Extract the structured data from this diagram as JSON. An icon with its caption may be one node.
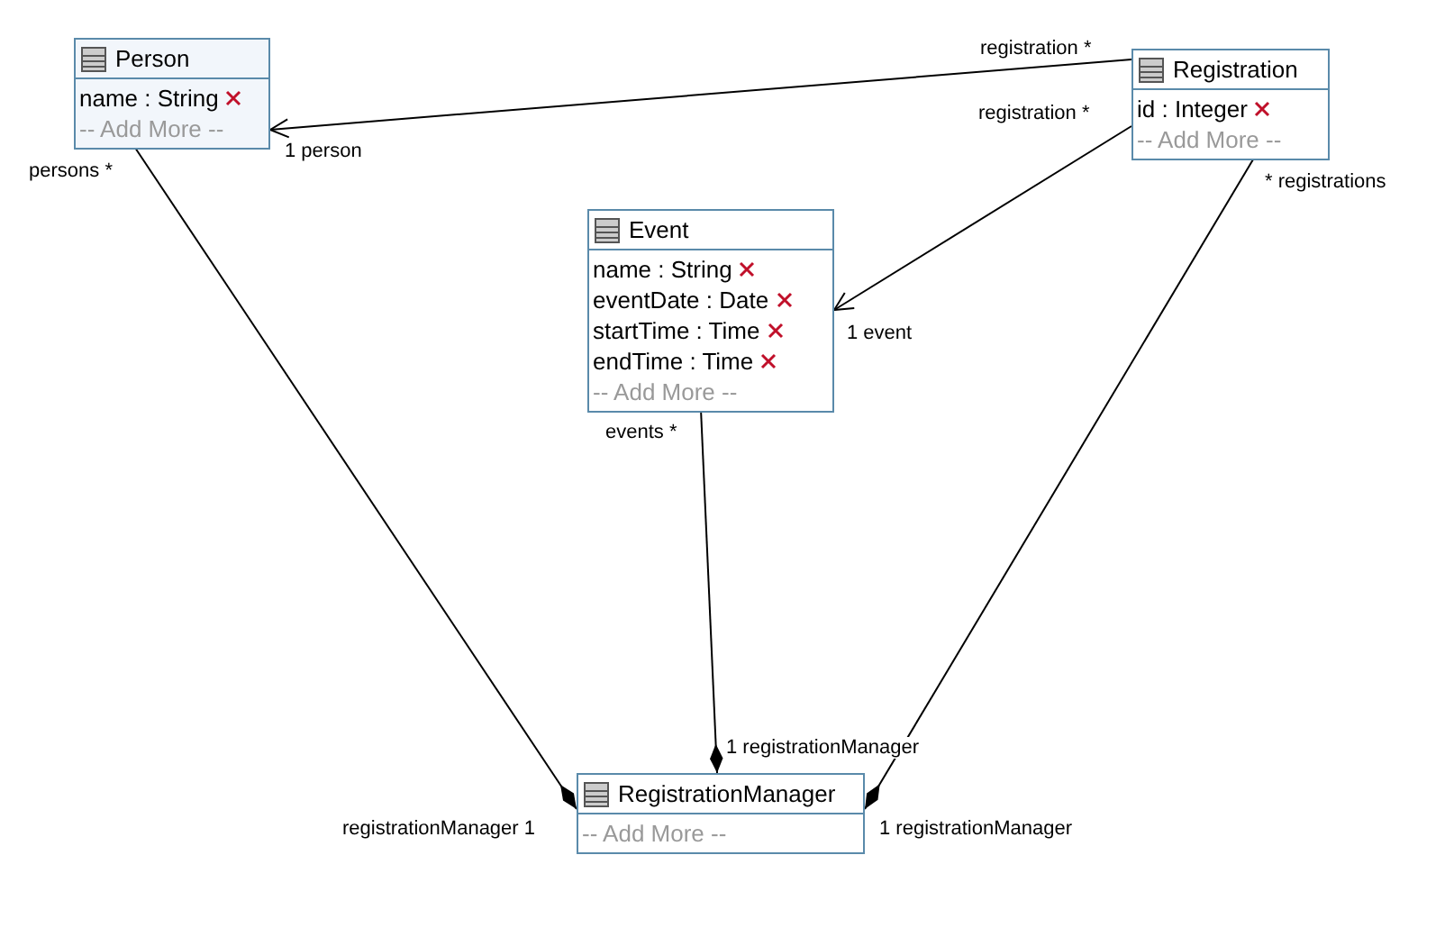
{
  "diagram": {
    "nodes": [
      {
        "text": [
          "Person",
          "name : String",
          "-- Add More --"
        ]
      },
      {
        "text": [
          "Registration",
          "id : Integer",
          "-- Add More --"
        ]
      },
      {
        "text": [
          "Event",
          "name : String",
          "eventDate : Date",
          "startTime : Time",
          "endTime : Time",
          "-- Add More --"
        ]
      },
      {
        "text": [
          "RegistrationManager",
          "-- Add More --"
        ]
      }
    ],
    "edges": [
      {
        "from": 1,
        "to": 0,
        "arrow": "to"
      },
      {
        "from": 1,
        "to": 2,
        "arrow": "to"
      },
      {
        "from": 0,
        "to": 3,
        "arrow": "other"
      },
      {
        "from": 2,
        "to": 3,
        "arrow": "other"
      },
      {
        "from": 1,
        "to": 3,
        "arrow": "other"
      }
    ],
    "labels": [
      "registration *",
      "1 person",
      "registration *",
      "persons *",
      "* registrations",
      "1 event",
      "events *",
      "1 registrationManager",
      "registrationManager 1",
      "1 registrationManager"
    ]
  }
}
